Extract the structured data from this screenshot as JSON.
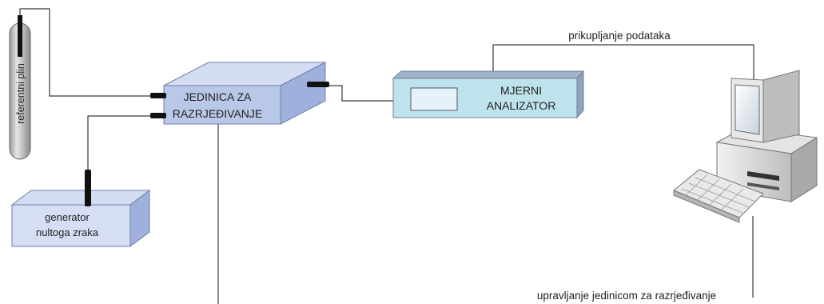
{
  "labels": {
    "reference_gas": "referentni plin",
    "dilution_unit_line1": "JEDINICA ZA",
    "dilution_unit_line2": "RAZRJEĐIVANJE",
    "analyzer_line1": "MJERNI",
    "analyzer_line2": "ANALIZATOR",
    "zero_air_line1": "generator",
    "zero_air_line2": "nultoga zraka",
    "data_collection": "prikupljanje podataka",
    "unit_control": "upravljanje jedinicom za razrjeđivanje"
  },
  "colors": {
    "box_front": "#b9c7e8",
    "box_top": "#d4ddf3",
    "box_side": "#9fb0dc",
    "analyzer_front": "#bfe3ec",
    "analyzer_top": "#9fb3cc",
    "cylinder": "#c9c9c9",
    "connector": "#111111",
    "wire": "#3a3a3a"
  },
  "icons": [
    "gas-cylinder-icon",
    "computer-icon",
    "keyboard-icon"
  ]
}
